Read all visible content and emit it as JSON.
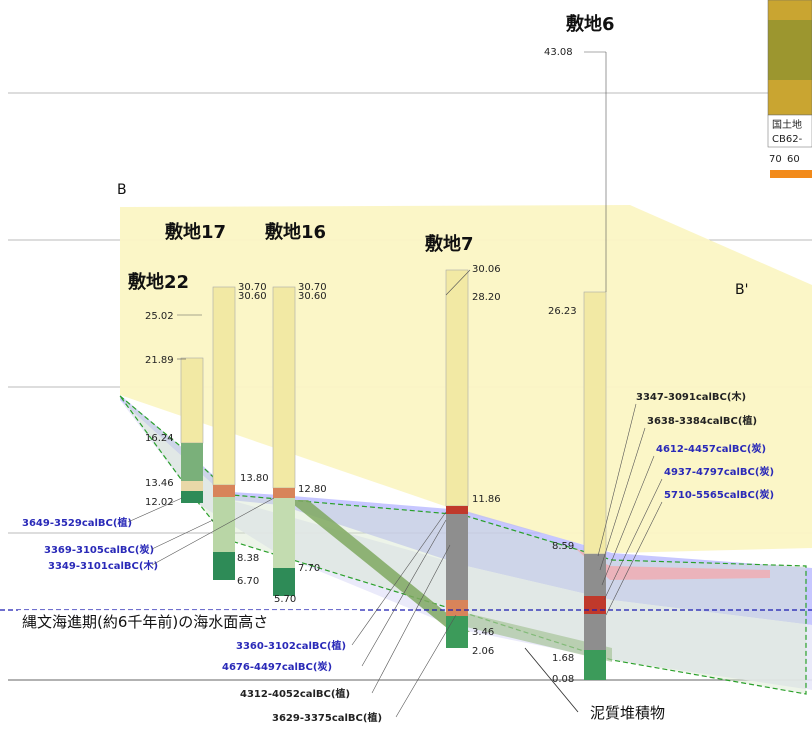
{
  "section_labels": {
    "left": "B",
    "right": "B'"
  },
  "inset_map": {
    "caption_line1": "国土地",
    "caption_line2": "CB62-",
    "legend_ticks": [
      "70",
      "60"
    ]
  },
  "sites": [
    {
      "name": "敷地22",
      "elevations": [
        {
          "label": "25.02",
          "value": 25.02
        },
        {
          "label": "21.89",
          "value": 21.89
        },
        {
          "label": "16.24",
          "value": 16.24
        },
        {
          "label": "13.46",
          "value": 13.46
        },
        {
          "label": "12.02",
          "value": 12.02
        }
      ]
    },
    {
      "name": "敷地17",
      "elevations": [
        {
          "label": "30.70",
          "value": 30.7
        },
        {
          "label": "30.60",
          "value": 30.6
        },
        {
          "label": "13.80",
          "value": 13.8
        },
        {
          "label": "8.38",
          "value": 8.38
        },
        {
          "label": "6.70",
          "value": 6.7
        }
      ]
    },
    {
      "name": "敷地16",
      "elevations": [
        {
          "label": "30.70",
          "value": 30.7
        },
        {
          "label": "30.60",
          "value": 30.6
        },
        {
          "label": "12.80",
          "value": 12.8
        },
        {
          "label": "7.70",
          "value": 7.7
        },
        {
          "label": "5.70",
          "value": 5.7
        }
      ]
    },
    {
      "name": "敷地7",
      "elevations": [
        {
          "label": "30.06",
          "value": 30.06
        },
        {
          "label": "28.20",
          "value": 28.2
        },
        {
          "label": "11.86",
          "value": 11.86
        },
        {
          "label": "3.46",
          "value": 3.46
        },
        {
          "label": "2.06",
          "value": 2.06
        }
      ]
    },
    {
      "name": "敷地6",
      "elevations": [
        {
          "label": "43.08",
          "value": 43.08
        },
        {
          "label": "26.23",
          "value": 26.23
        },
        {
          "label": "8.59",
          "value": 8.59
        },
        {
          "label": "1.68",
          "value": 1.68
        },
        {
          "label": "0.08",
          "value": 0.08
        }
      ]
    }
  ],
  "radiocarbon_dates": [
    {
      "text": "3649-3529calBC(植)"
    },
    {
      "text": "3369-3105calBC(炭)"
    },
    {
      "text": "3349-3101calBC(木)"
    },
    {
      "text": "3360-3102calBC(植)"
    },
    {
      "text": "4676-4497calBC(炭)"
    },
    {
      "text": "4312-4052calBC(植)"
    },
    {
      "text": "3629-3375calBC(植)"
    },
    {
      "text": "3347-3091calBC(木)"
    },
    {
      "text": "3638-3384calBC(植)"
    },
    {
      "text": "4612-4457calBC(炭)"
    },
    {
      "text": "4937-4797calBC(炭)"
    },
    {
      "text": "5710-5565calBC(炭)"
    }
  ],
  "sea_level_label": "縄文海進期(約6千年前)の海水面高さ",
  "mud_label": "泥質堆積物",
  "colors": {
    "fill_zone": "#fbf6c4",
    "blue_band": "#b8b8ff",
    "sea_line": "#1a1ab0",
    "green_band": "#7fa860",
    "mud_zone_border": "#2aa02a",
    "date_text": "#2a2ab8"
  }
}
